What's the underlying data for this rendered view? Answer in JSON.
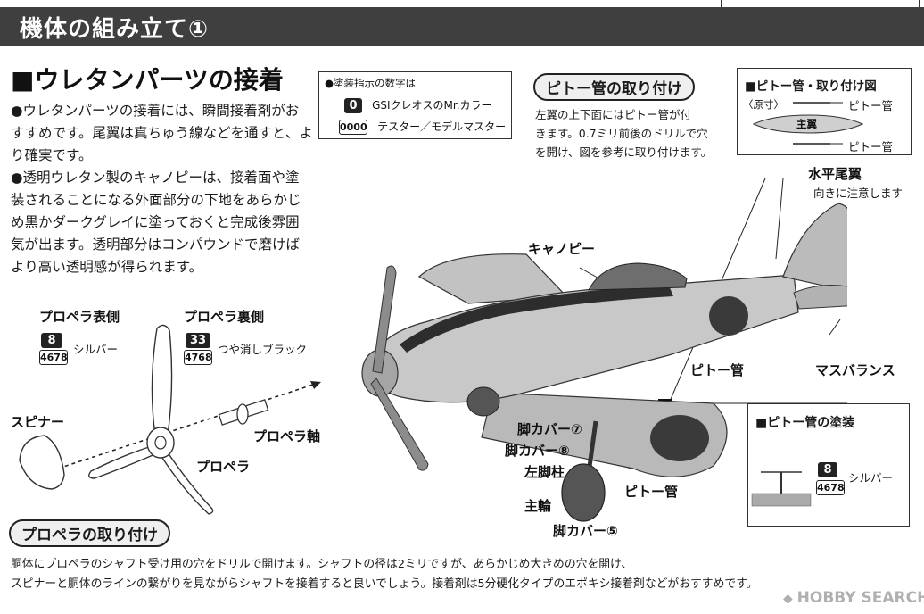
{
  "header": {
    "title": "機体の組み立て①"
  },
  "urethane": {
    "title": "■ウレタンパーツの接着",
    "paragraphs": [
      "●ウレタンパーツの接着には、瞬間接着剤がお",
      "すすめです。尾翼は真ちゅう線などを通すと、よ",
      "り確実です。",
      "●透明ウレタン製のキャノピーは、接着面や塗",
      "装されることになる外面部分の下地をあらかじ",
      "め黒かダークグレイに塗っておくと完成後雰囲",
      "気が出ます。透明部分はコンパウンドで磨けば",
      "より高い透明感が得られます。"
    ]
  },
  "paint_legend": {
    "title": "●塗装指示の数字は",
    "rows": [
      {
        "badge": "0",
        "text": "GSIクレオスのMr.カラー"
      },
      {
        "badge": "0000",
        "text": "テスター／モデルマスター"
      }
    ]
  },
  "pitot_section": {
    "title": "ピトー管の取り付け",
    "lines": [
      "左翼の上下面にはピトー管が付",
      "きます。0.7ミリ前後のドリルで穴",
      "を開け、図を参考に取り付けます。"
    ]
  },
  "pitot_mount_panel": {
    "title": "■ピトー管・取り付け図",
    "scale_note": "〈原寸〉",
    "wing_label": "主翼",
    "pitot_label_top": "ピトー管",
    "pitot_label_bottom": "ピトー管"
  },
  "pitot_paint_panel": {
    "title": "■ピトー管の塗装",
    "color_num": "8",
    "color_num2": "4678",
    "color_name": "シルバー"
  },
  "propeller_colors": {
    "front": {
      "label": "プロペラ表側",
      "num": "8",
      "num2": "4678",
      "color": "シルバー"
    },
    "back": {
      "label": "プロペラ裏側",
      "num": "33",
      "num2": "4768",
      "color": "つや消しブラック"
    }
  },
  "part_labels": {
    "spinner": "スピナー",
    "propeller": "プロペラ",
    "propeller_shaft": "プロペラ軸",
    "canopy": "キャノピー",
    "horizontal_tail": "水平尾翼",
    "tail_note": "向きに注意します",
    "mass_balance": "マスバランス",
    "pitot_1": "ピトー管",
    "pitot_2": "ピトー管",
    "leg_cover_7": "脚カバー⑦",
    "leg_cover_8": "脚カバー⑧",
    "left_strut": "左脚柱",
    "main_wheel": "主輪",
    "leg_cover_5": "脚カバー⑤"
  },
  "prop_mount": {
    "title": "プロペラの取り付け",
    "lines": [
      "胴体にプロペラのシャフト受け用の穴をドリルで開けます。シャフトの径は2ミリですが、あらかじめ大きめの穴を開け、",
      "スピナーと胴体のラインの繋がりを見ながらシャフトを接着すると良いでしょう。接着剤は5分硬化タイプのエポキシ接着剤などがおすすめです。"
    ]
  },
  "watermark": "HOBBY SEARCH"
}
